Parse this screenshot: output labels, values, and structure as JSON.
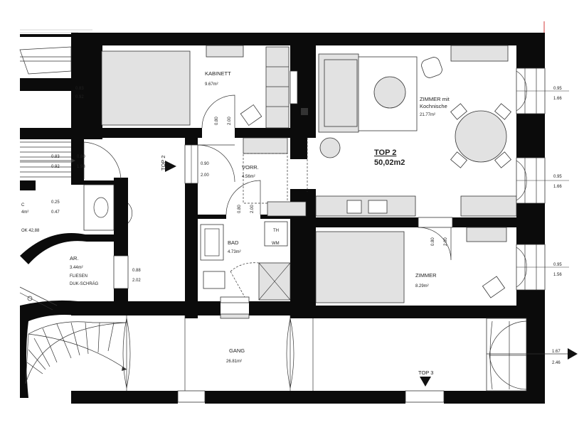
{
  "title": {
    "line1": "TOP 2",
    "line2": "50,02m2"
  },
  "rooms": {
    "kabinett": {
      "name": "KABINETT",
      "area": "9.67m²"
    },
    "zimmer_kochnische": {
      "name1": "ZIMMER mit",
      "name2": "Kochnische",
      "area": "21.77m²"
    },
    "vorr": {
      "name": "VORR.",
      "area": "4.56m²"
    },
    "bad": {
      "name": "BAD",
      "area": "4.73m²",
      "th": "TH",
      "wm": "WM"
    },
    "zimmer": {
      "name": "ZIMMER",
      "area": "8.29m²"
    },
    "gang": {
      "name": "GANG",
      "area": "26.81m²"
    },
    "ar": {
      "name": "AR.",
      "area": "3.44m²",
      "note1": "FLIESEN",
      "note2": "DUK-SCHRÄG"
    }
  },
  "markers": {
    "top2": "TOP 2",
    "top3": "TOP 3"
  },
  "dims": {
    "kab_door_w": "0.80",
    "kab_door_h": "2.00",
    "vorr_door_w": "0.90",
    "vorr_door_h": "2.00",
    "bad_door_w": "0.80",
    "bad_door_h": "2.00",
    "zim_door_w": "0.80",
    "zim_door_h": "2.00",
    "ar_door_w": "0.88",
    "ar_door_h": "2.02",
    "win_left_a": "0.83",
    "win_left_b": "0.92",
    "stair_a": "0.83",
    "stair_b": "0.92",
    "stair_c": "0.80",
    "stair_d": "1.98",
    "wc_a": "0.25",
    "wc_b": "0.47",
    "left_c": "C",
    "left_area": "4m²",
    "left_ok": "OK 42,88",
    "win_r1_a": "0.95",
    "win_r1_b": "1.66",
    "win_r2_a": "0.95",
    "win_r2_b": "1.66",
    "win_r3_a": "0.95",
    "win_r3_b": "1.56",
    "win_r4_a": "1.67",
    "win_r4_b": "2.46"
  },
  "colors": {
    "wall": "#0b0b0b",
    "furniture": "#e2e2e2",
    "redmark": "#d33b3b"
  }
}
